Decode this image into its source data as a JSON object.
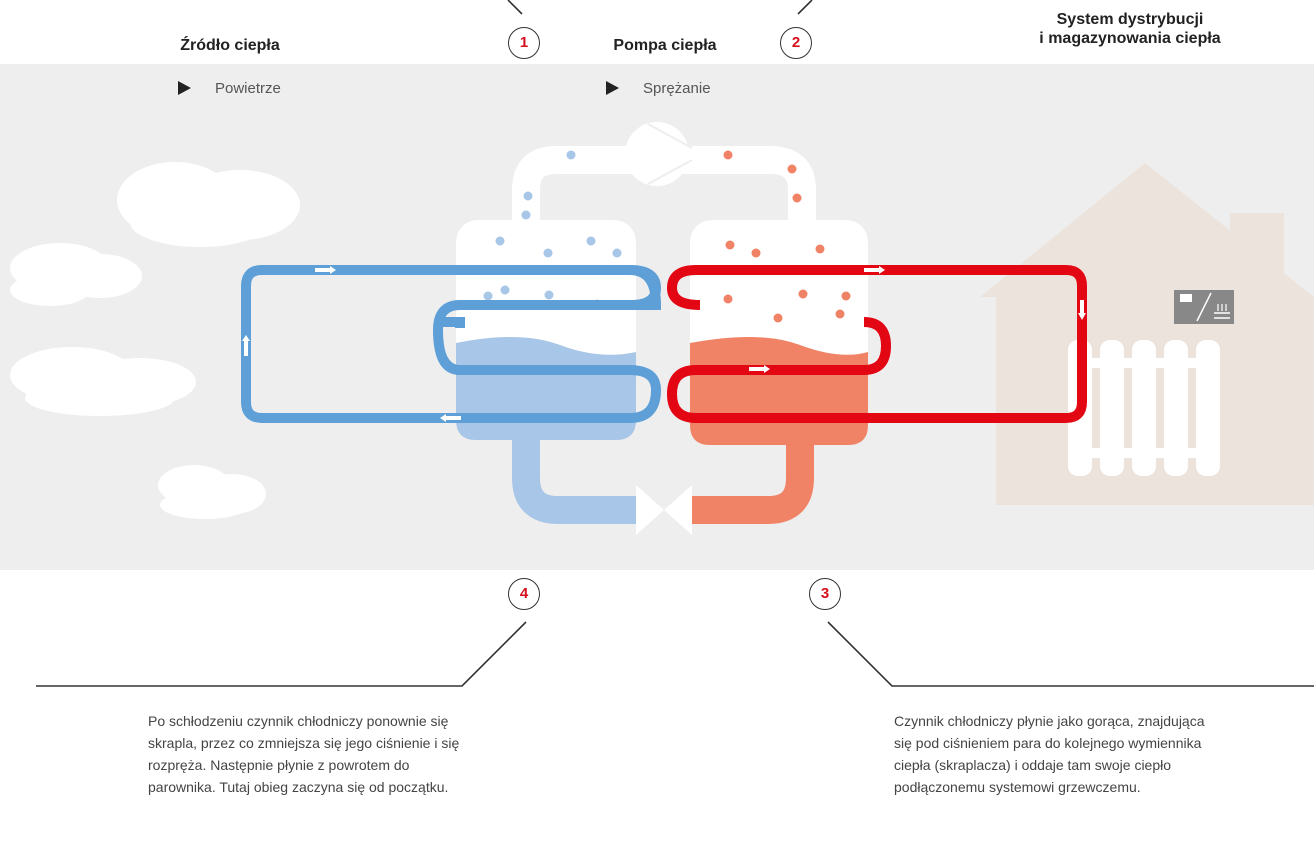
{
  "headers": {
    "source": "Źródło ciepła",
    "pump": "Pompa ciepła",
    "distribution_line1": "System dystrybucji",
    "distribution_line2": "i magazynowania ciepła"
  },
  "steps": {
    "step1": "Powietrze",
    "step2": "Sprężanie"
  },
  "badges": [
    "1",
    "2",
    "3",
    "4"
  ],
  "descriptions": {
    "step4": "Po schłodzeniu czynnik chłodniczy ponownie się skrapla, przez co zmniejsza się jego ciśnienie i się rozpręża. Następnie płynie z powrotem do parownika. Tutaj obieg zaczyna się od początku.",
    "step3": "Czynnik chłodniczy płynie jako gorąca, znajdująca się pod ciśnieniem para do kolejnego wymiennika ciepła (skraplacza) i oddaje tam swoje ciepło podłączonemu systemowi grzewczemu."
  },
  "colors": {
    "background_band": "#eeeeee",
    "cold_loop": "#5d9fd6",
    "cold_fluid": "#a8c6e7",
    "hot_loop": "#e30613",
    "hot_fluid": "#f08366",
    "badge_number": "#d50f1c",
    "house": "#ece4dc"
  },
  "icons": [
    "play-triangle-icon",
    "radiator-underfloor-icon",
    "cloud-icon",
    "house-icon",
    "compressor-icon",
    "expansion-valve-icon"
  ]
}
